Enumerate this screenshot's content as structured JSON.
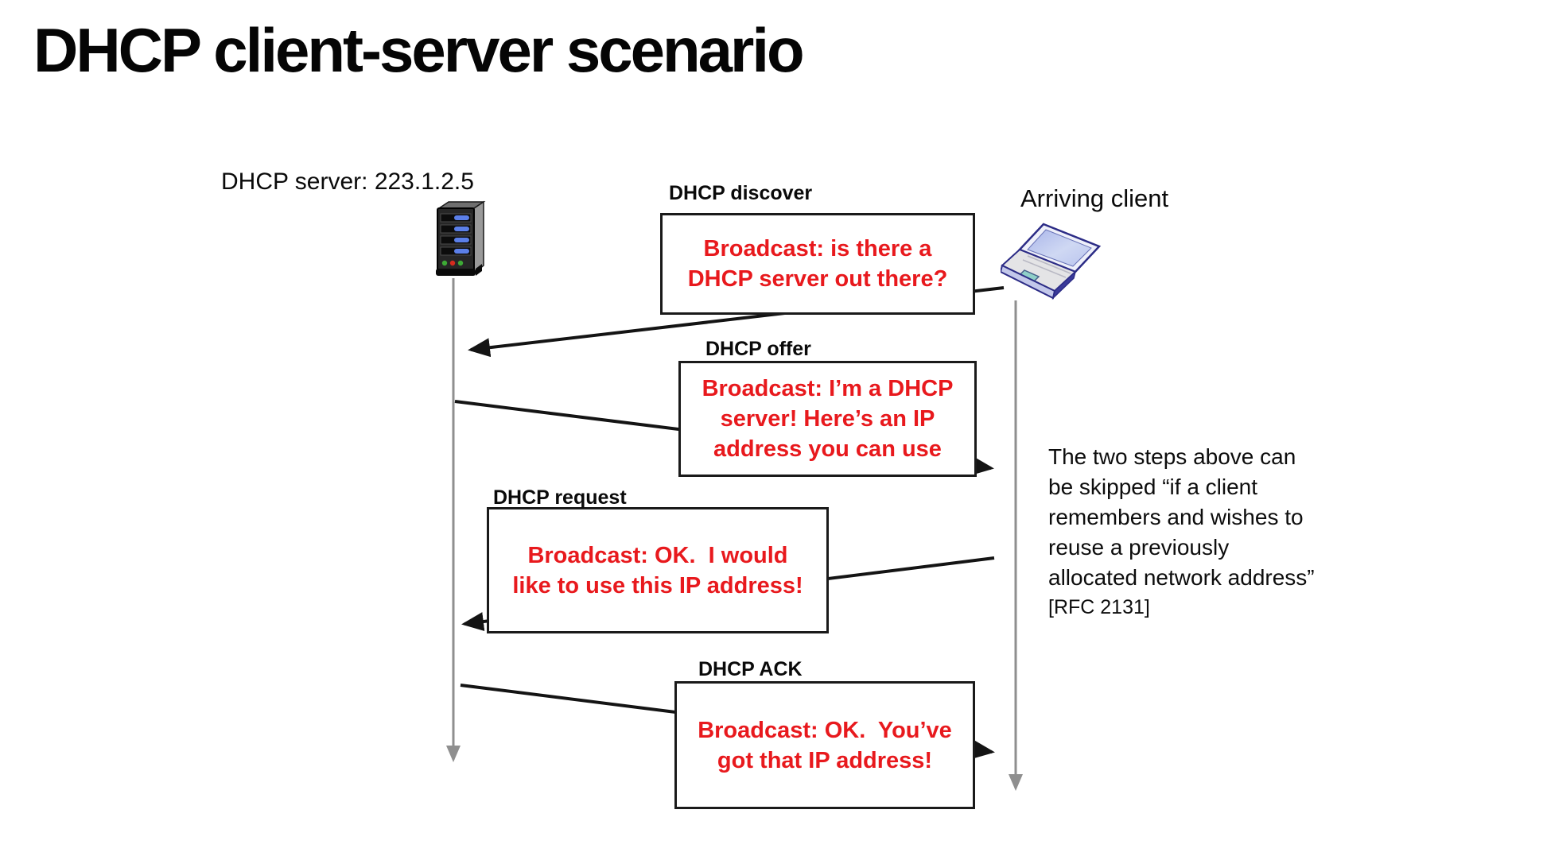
{
  "slide": {
    "title": "DHCP client-server scenario",
    "server": {
      "label": "DHCP server: 223.1.2.5",
      "icon": "server-tower"
    },
    "client": {
      "label": "Arriving client",
      "icon": "laptop"
    },
    "messages": [
      {
        "name": "dhcp-discover",
        "label": "DHCP discover",
        "text": "Broadcast: is there a\nDHCP server out there?",
        "from": "client",
        "to": "server"
      },
      {
        "name": "dhcp-offer",
        "label": "DHCP offer",
        "text": "Broadcast: I’m a DHCP\nserver! Here’s an IP\naddress you can use",
        "from": "server",
        "to": "client"
      },
      {
        "name": "dhcp-request",
        "label": "DHCP request",
        "text": "Broadcast: OK.  I would\nlike to use this IP address!",
        "from": "client",
        "to": "server"
      },
      {
        "name": "dhcp-ack",
        "label": "DHCP ACK",
        "text": "Broadcast: OK.  You’ve\ngot that IP address!",
        "from": "server",
        "to": "client"
      }
    ],
    "note": {
      "body": "The two steps above can\nbe skipped “if a client\nremembers and wishes to\nreuse a previously\nallocated network address”",
      "citation": "[RFC 2131]"
    },
    "colors": {
      "message_text": "#e8191d",
      "box_border": "#1a1a1a",
      "arrow": "#141414",
      "timeline": "#8f8f8f",
      "title_text": "#050505"
    }
  }
}
